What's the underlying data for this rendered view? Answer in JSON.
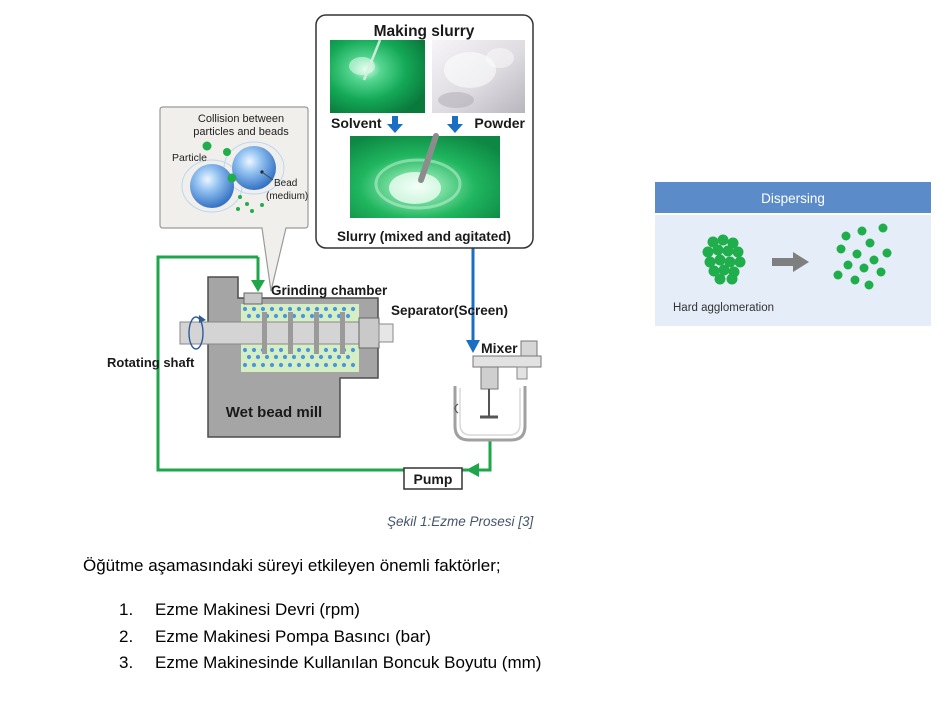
{
  "slurry": {
    "title": "Making slurry",
    "solvent_label": "Solvent",
    "powder_label": "Powder",
    "slurry_label": "Slurry (mixed and agitated)"
  },
  "collision": {
    "title_lines": [
      "Collision between",
      "particles and beads"
    ],
    "particle_label": "Particle",
    "bead_label_lines": [
      "Bead",
      "(medium)"
    ]
  },
  "mill": {
    "grinding_chamber_label": "Grinding chamber",
    "separator_label": "Separator(Screen)",
    "rotating_shaft_label": "Rotating shaft",
    "name": "Wet bead mill"
  },
  "mixer_label": "Mixer",
  "pump_label": "Pump",
  "dispersing": {
    "title": "Dispersing",
    "label": "Hard agglomeration"
  },
  "caption": "Şekil 1:Ezme Prosesi [3]",
  "intro": "Öğütme aşamasındaki süreyi etkileyen önemli faktörler;",
  "factors": [
    {
      "number": "1.",
      "text": "Ezme Makinesi Devri (rpm)"
    },
    {
      "number": "2.",
      "text": "Ezme Makinesi Pompa Basıncı (bar)"
    },
    {
      "number": "3.",
      "text": "Ezme Makinesinde Kullanılan Boncuk Boyutu (mm)"
    }
  ],
  "colors": {
    "pipe": "#1fa64a",
    "feed_line": "#1b6fc2",
    "mill_body": "#a5a5a5",
    "chamber": "#d6eec3",
    "chamber_bead": "#4a96de",
    "particle": "#1fae4b",
    "dispersing_header": "#5b8cc9",
    "dispersing_body": "#e4edf8",
    "caption": "#44546a"
  }
}
